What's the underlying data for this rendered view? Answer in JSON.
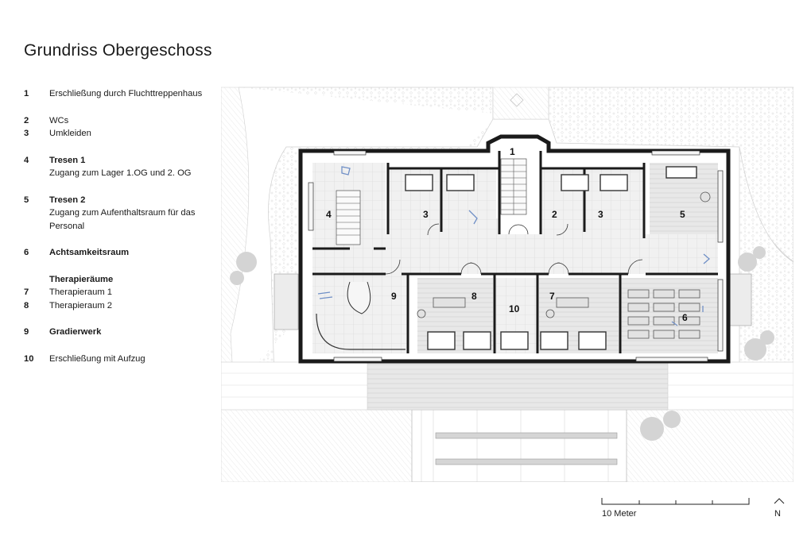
{
  "title": "Grundriss Obergeschoss",
  "legend": [
    {
      "num": "1",
      "text": "Erschließung durch Fluchttreppenhaus",
      "bold": false
    },
    {
      "num": "2",
      "text": "WCs",
      "bold": false
    },
    {
      "num": "3",
      "text": "Umkleiden",
      "bold": false
    },
    {
      "num": "4",
      "text": "Tresen 1",
      "bold": true,
      "sub": "Zugang zum Lager 1.OG und 2. OG"
    },
    {
      "num": "5",
      "text": "Tresen 2",
      "bold": true,
      "sub": "Zugang zum Aufenthaltsraum für das Personal"
    },
    {
      "num": "6",
      "text": "Achtsamkeitsraum",
      "bold": true
    },
    {
      "num": "",
      "text": "Therapieräume",
      "bold": true
    },
    {
      "num": "7",
      "text": "Therapieraum 1",
      "bold": false
    },
    {
      "num": "8",
      "text": "Therapieraum 2",
      "bold": false
    },
    {
      "num": "9",
      "text": "Gradierwerk",
      "bold": true
    },
    {
      "num": "10",
      "text": "Erschließung mit Aufzug",
      "bold": false
    }
  ],
  "rooms": {
    "r1": "1",
    "r2": "2",
    "r3a": "3",
    "r3b": "3",
    "r4": "4",
    "r5": "5",
    "r6": "6",
    "r7": "7",
    "r8": "8",
    "r9": "9",
    "r10": "10"
  },
  "scale": {
    "label": "10 Meter"
  },
  "north": {
    "label": "N"
  },
  "colors": {
    "wall": "#1a1a1a",
    "floor": "#e9e9e9",
    "tile": "#cfcfcf",
    "accent": "#6f8fc6",
    "landscape": "#d8d8d8"
  }
}
